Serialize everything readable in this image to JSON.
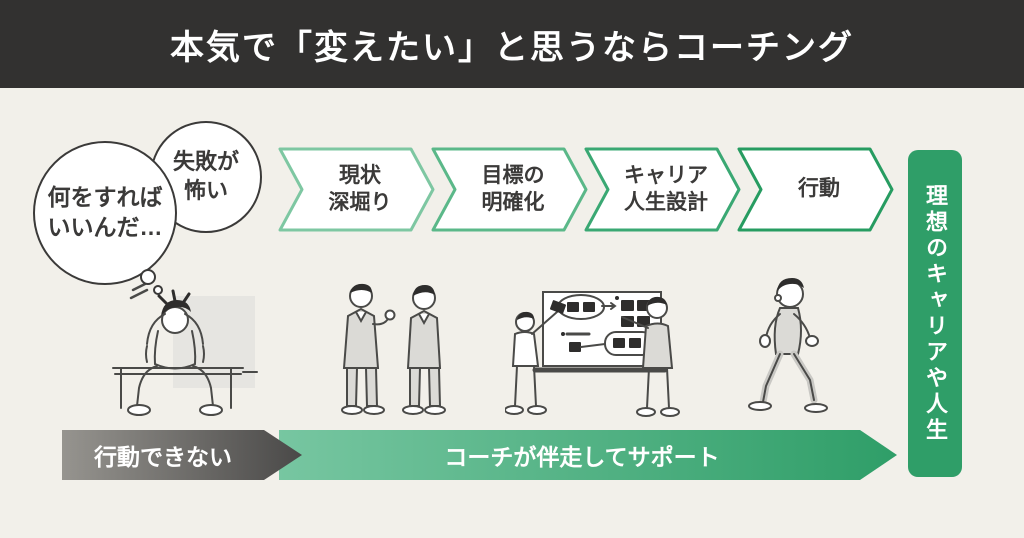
{
  "colors": {
    "background": "#F2F0EA",
    "header_bg": "#323130",
    "header_text": "#FFFFFF",
    "accent_green": "#2F9E68",
    "accent_green_light": "#74C59F",
    "gray_arrow_from": "#96948F",
    "gray_arrow_to": "#4A4948",
    "green_arrow_from": "#77C6A1",
    "green_arrow_to": "#2F9E68",
    "text_dark": "#3B3A39"
  },
  "header": {
    "title": "本気で「変えたい」と思うならコーチング"
  },
  "thoughts": {
    "large_bubble": "何をすれば\nいいんだ…",
    "small_bubble": "失敗が\n怖い"
  },
  "steps": [
    {
      "label": "現状\n深堀り",
      "border_color": "#7EC7A2"
    },
    {
      "label": "目標の\n明確化",
      "border_color": "#5BB889"
    },
    {
      "label": "キャリア\n人生設計",
      "border_color": "#3AA873"
    },
    {
      "label": "行動",
      "border_color": "#279C61"
    }
  ],
  "goal_banner": {
    "label": "理想のキャリアや人生"
  },
  "bottom_flow": {
    "blocked_label": "行動できない",
    "support_label": "コーチが伴走してサポート"
  },
  "illustrations": [
    {
      "name": "distressed-person-sitting"
    },
    {
      "name": "two-people-talking"
    },
    {
      "name": "coaching-whiteboard-session"
    },
    {
      "name": "person-walking-forward"
    }
  ]
}
